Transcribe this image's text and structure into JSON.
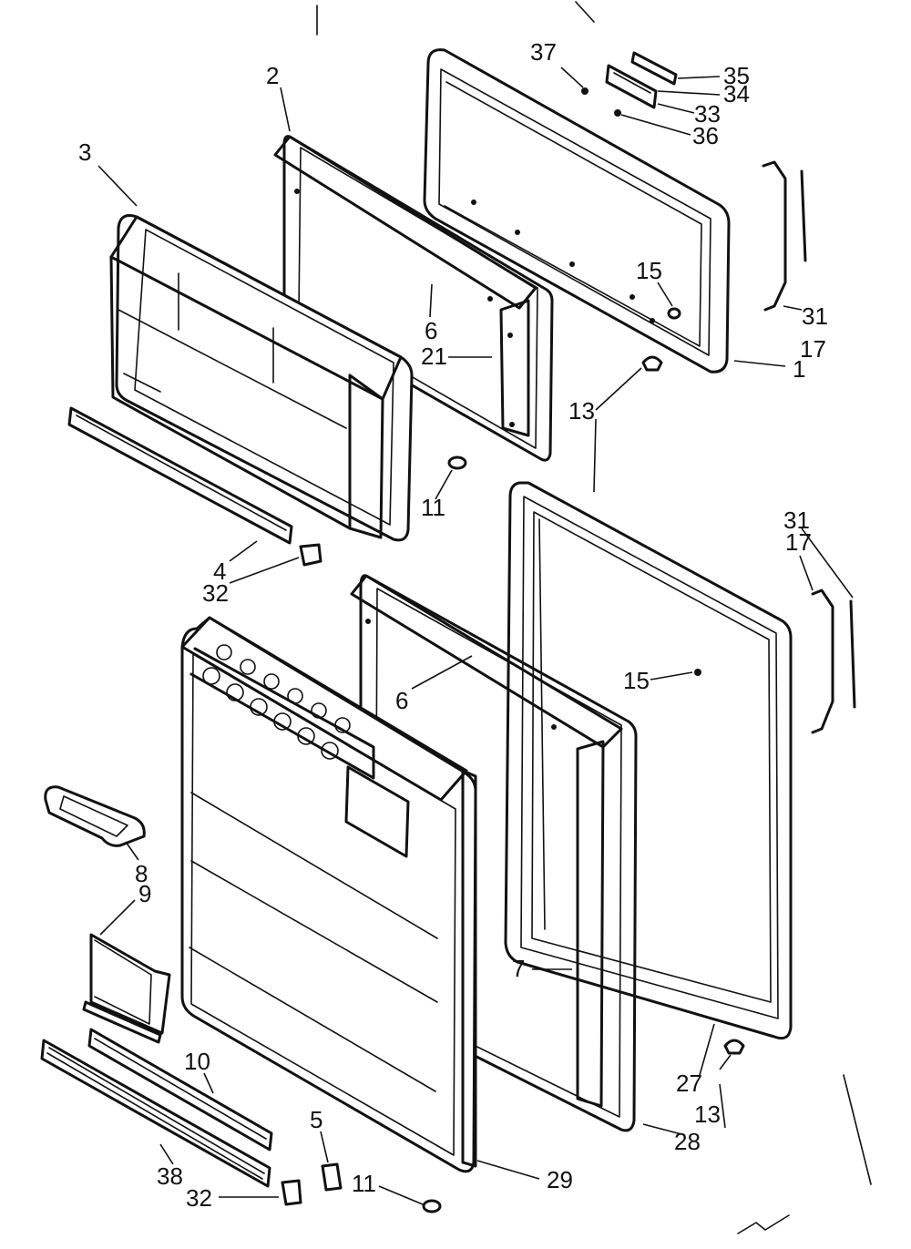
{
  "callouts": [
    {
      "id": "c37",
      "text": "37"
    },
    {
      "id": "c35",
      "text": "35"
    },
    {
      "id": "c34",
      "text": "34"
    },
    {
      "id": "c33",
      "text": "33"
    },
    {
      "id": "c36",
      "text": "36"
    },
    {
      "id": "c2",
      "text": "2"
    },
    {
      "id": "c3",
      "text": "3"
    },
    {
      "id": "c6a",
      "text": "6"
    },
    {
      "id": "c21",
      "text": "21"
    },
    {
      "id": "c15a",
      "text": "15"
    },
    {
      "id": "c31a",
      "text": "31"
    },
    {
      "id": "c17a",
      "text": "17"
    },
    {
      "id": "c1",
      "text": "1"
    },
    {
      "id": "c13a",
      "text": "13"
    },
    {
      "id": "c11a",
      "text": "11"
    },
    {
      "id": "c4",
      "text": "4"
    },
    {
      "id": "c32a",
      "text": "32"
    },
    {
      "id": "c31b",
      "text": "31"
    },
    {
      "id": "c17b",
      "text": "17"
    },
    {
      "id": "c15b",
      "text": "15"
    },
    {
      "id": "c6b",
      "text": "6"
    },
    {
      "id": "c8",
      "text": "8"
    },
    {
      "id": "c9",
      "text": "9"
    },
    {
      "id": "c7",
      "text": "7"
    },
    {
      "id": "c27",
      "text": "27"
    },
    {
      "id": "c13b",
      "text": "13"
    },
    {
      "id": "c28",
      "text": "28"
    },
    {
      "id": "c10",
      "text": "10"
    },
    {
      "id": "c5",
      "text": "5"
    },
    {
      "id": "c11b",
      "text": "11"
    },
    {
      "id": "c29",
      "text": "29"
    },
    {
      "id": "c38",
      "text": "38"
    },
    {
      "id": "c32b",
      "text": "32"
    }
  ]
}
